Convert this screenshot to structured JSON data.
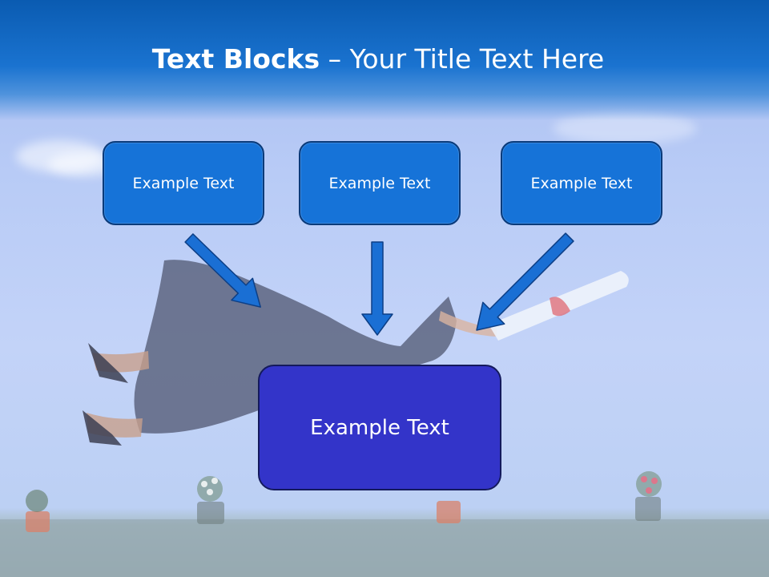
{
  "title": {
    "bold": "Text Blocks",
    "separator": "–",
    "rest": "Your Title Text Here"
  },
  "boxes": {
    "left": "Example Text",
    "center": "Example Text",
    "right": "Example Text",
    "main": "Example Text"
  },
  "colors": {
    "header": "#1a73d0",
    "small_box_fill": "#1673d8",
    "main_box_fill": "#3334c9",
    "arrow": "#1a6fd4"
  },
  "icons": [
    "arrow-down-right-icon",
    "arrow-down-icon",
    "arrow-down-left-icon"
  ]
}
